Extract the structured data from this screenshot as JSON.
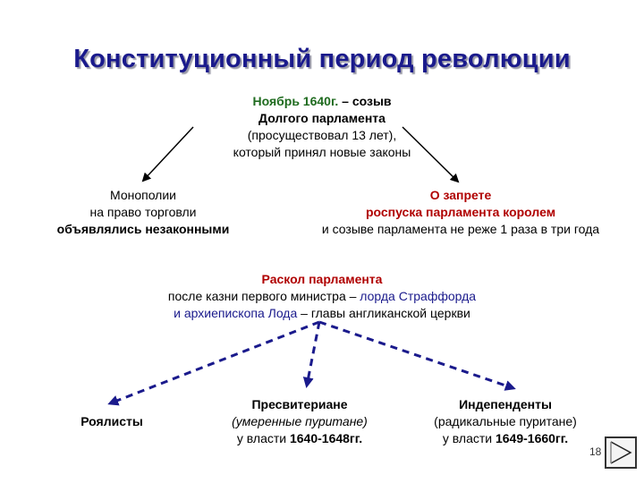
{
  "title": "Конституционный период революции",
  "nov": {
    "date": "Ноябрь 1640г.",
    "dash": " – созыв",
    "line2": "Долгого парламента",
    "line3": "(просуществовал 13 лет),",
    "line4": "который принял новые законы"
  },
  "monopoly": {
    "line1": "Монополии",
    "line2": "на право торговли",
    "line3": "объявлялись незаконными"
  },
  "ban": {
    "line1": "О запрете",
    "line2": "роспуска парламента королем",
    "line3": "и созыве парламента не реже 1 раза в три года"
  },
  "split": {
    "line1": "Раскол парламента",
    "line2a": "после казни первого министра – ",
    "line2b": "лорда Страффорда",
    "line3a": "и архиепископа Лода",
    "line3b": " – главы англиканской церкви"
  },
  "royalists": {
    "label": "Роялисты"
  },
  "presb": {
    "name": "Пресвитериане",
    "desc": "(умеренные пуритане)",
    "power_prefix": "у власти ",
    "years": "1640-1648гг."
  },
  "indep": {
    "name": "Индепенденты",
    "desc": "(радикальные пуритане)",
    "power_prefix": "у власти ",
    "years": "1649-1660гг."
  },
  "page_number": "18",
  "colors": {
    "title": "#1a1a8c",
    "green": "#1f6b1f",
    "red": "#b00000",
    "dashed_arrows": "#1a1a8c"
  }
}
